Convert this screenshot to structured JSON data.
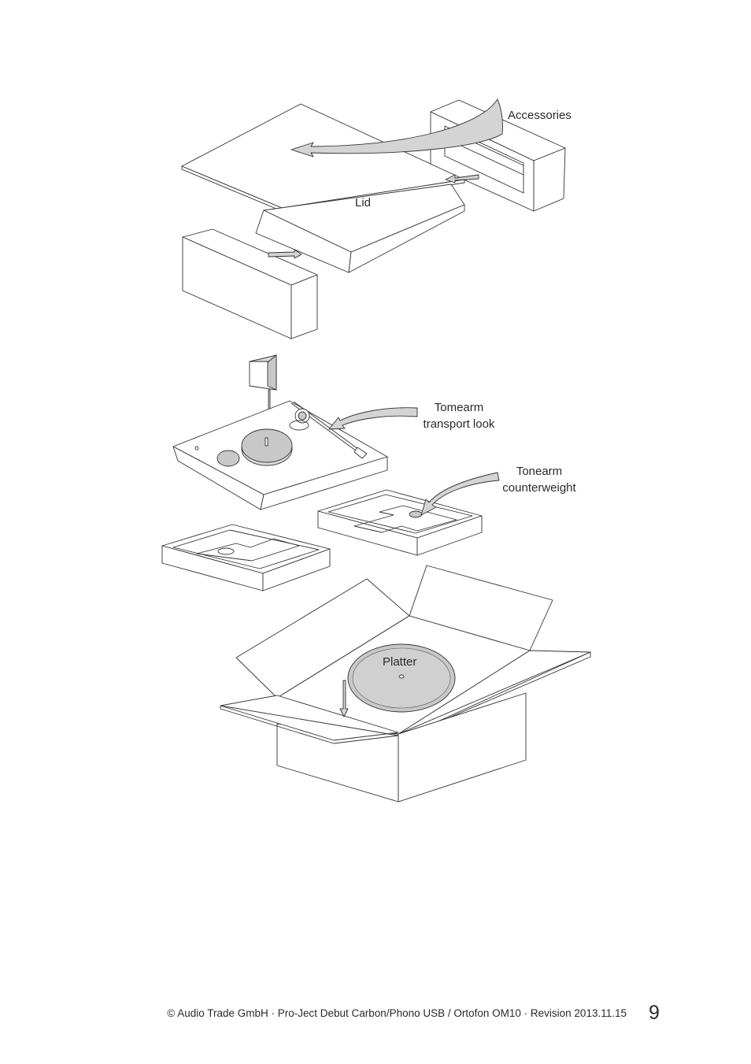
{
  "labels": {
    "accessories": "Accessories",
    "lid": "Lid",
    "tomearm_line1": "Tomearm",
    "tomearm_line2": "transport look",
    "tonearm_line1": "Tonearm",
    "tonearm_line2": "counterweight",
    "platter": "Platter"
  },
  "footer": {
    "text": "© Audio Trade GmbH · Pro-Ject Debut Carbon/Phono USB / Ortofon OM10 · Revision 2013.11.15",
    "page_number": "9"
  },
  "colors": {
    "line": "#333333",
    "fill_grey": "#c8c8c8",
    "paper": "#ffffff"
  }
}
